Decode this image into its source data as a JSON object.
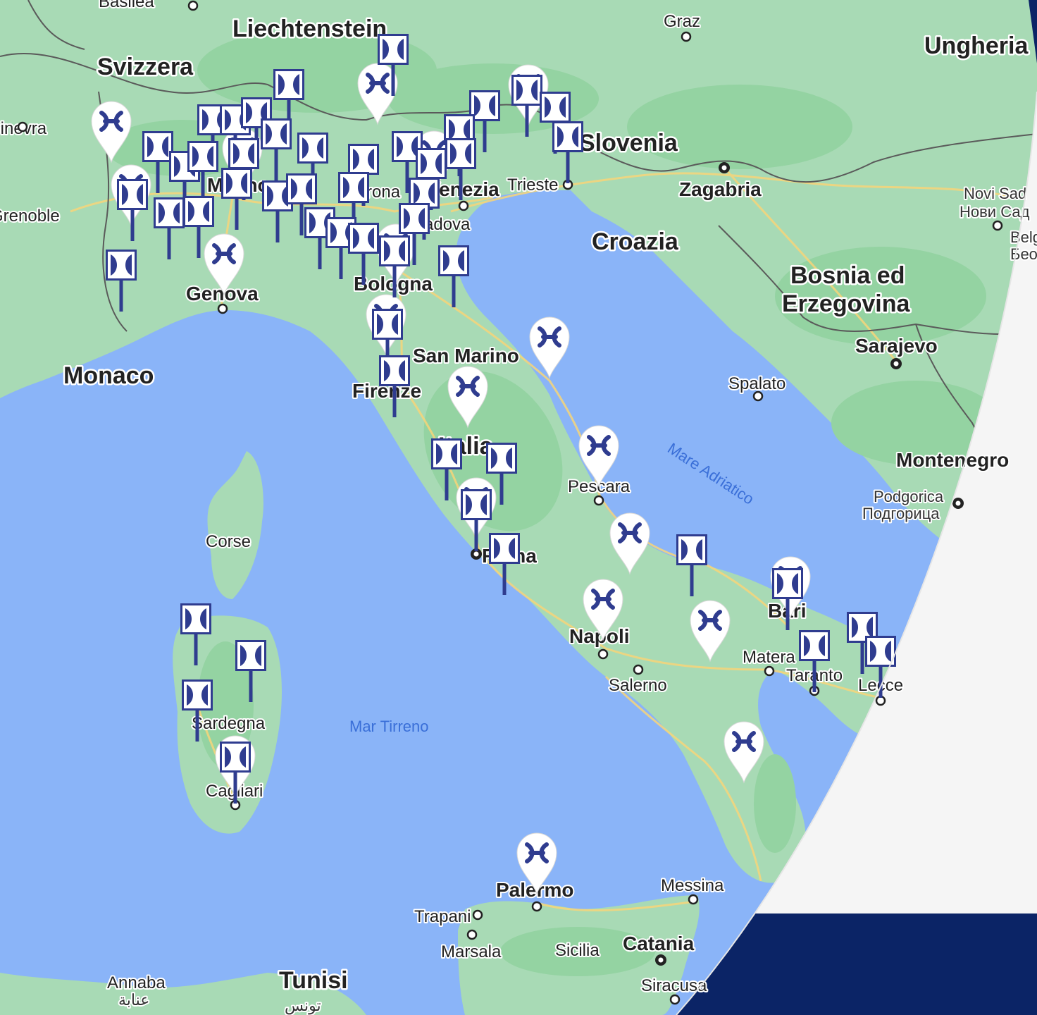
{
  "map": {
    "colors": {
      "sea": "#8ab4f8",
      "land": "#a8dab5",
      "forest": "#94d3a2",
      "road": "#f7d57a",
      "border": "#5a5a5a",
      "marker": "#2f3c8f",
      "pin_white": "#ffffff",
      "panel_light": "#f5f5f5",
      "panel_dark": "#0b2466"
    },
    "labels": {
      "basilea": "Basilea",
      "liechtenstein": "Liechtenstein",
      "graz": "Graz",
      "ungheria": "Ungheria",
      "svizzera": "Svizzera",
      "slovenia": "Slovenia",
      "zagabria": "Zagabria",
      "trieste": "Trieste",
      "venezia": "Venezia",
      "verona": "Verona",
      "milano": "Milano",
      "novi_sad": "Novi Sad",
      "novi_sad_cyr": "Нови Сад",
      "belgrado": "Belg",
      "belgrado_cyr": "Бео",
      "croazia": "Croazia",
      "padova": "Padova",
      "bosnia_1": "Bosnia ed",
      "bosnia_2": "Erzegovina",
      "genova": "Genova",
      "bologna": "Bologna",
      "sarajevo": "Sarajevo",
      "san_marino": "San Marino",
      "monaco": "Monaco",
      "spalato": "Spalato",
      "firenze": "Firenze",
      "italia": "Italia",
      "mare_adriatico": "Mare Adriatico",
      "montenegro": "Montenegro",
      "pescara": "Pescara",
      "podgorica": "Podgorica",
      "podgorica_cyr": "Подгорица",
      "corse": "Corse",
      "roma": "Roma",
      "bari": "Bari",
      "napoli": "Napoli",
      "matera": "Matera",
      "taranto": "Taranto",
      "salerno": "Salerno",
      "lecce": "Lecce",
      "sardegna": "Sardegna",
      "mar_tirreno": "Mar Tirreno",
      "cagliari": "Cagliari",
      "palermo": "Palermo",
      "messina": "Messina",
      "trapani": "Trapani",
      "marsala": "Marsala",
      "sicilia": "Sicilia",
      "catania": "Catania",
      "siracusa": "Siracusa",
      "annaba": "Annaba",
      "annaba_ar": "عنابة",
      "tunisi": "Tunisi",
      "tunisi_ar": "تونس",
      "grenoble": "Grenoble",
      "ginevra": "Ginevra"
    }
  }
}
